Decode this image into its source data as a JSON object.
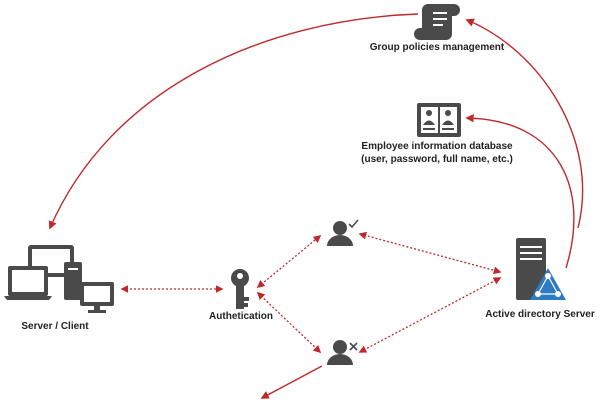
{
  "labels": {
    "group_policies": "Group policies management",
    "employee_db_line1": "Employee information database",
    "employee_db_line2": "(user, password, full name, etc.)",
    "server_client": "Server / Client",
    "authentication": "Authetication",
    "active_directory": "Active directory Server"
  },
  "colors": {
    "arrow": "#c0282b",
    "icon": "#4a4a4a",
    "icon_light": "#6d6d6d",
    "ad_badge": "#2e7bc4",
    "background": "#ffffff",
    "text": "#222222"
  },
  "icons": {
    "scroll": "scroll-icon",
    "book": "book-icon",
    "devices": "devices-icon",
    "key": "key-icon",
    "user_ok": "user-check-icon",
    "user_denied": "user-x-icon",
    "server": "server-icon",
    "ad": "active-directory-icon"
  }
}
